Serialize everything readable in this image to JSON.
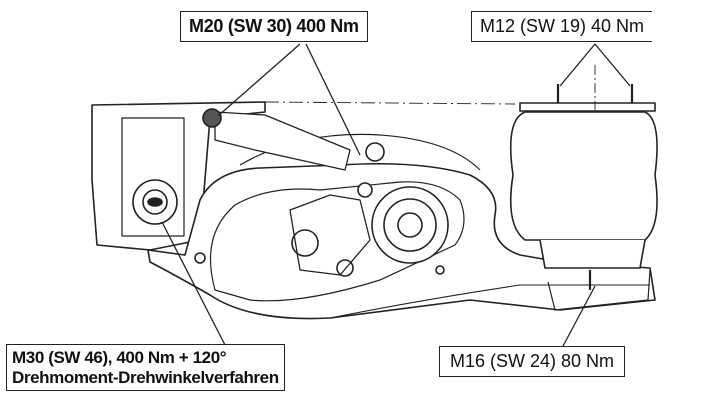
{
  "callouts": {
    "top_center": "M20 (SW 30) 400 Nm",
    "top_right": "M12 (SW 19) 40 Nm",
    "bottom_right": "M16 (SW 24) 80 Nm",
    "bottom_left_line1": "M30 (SW 46), 400 Nm + 120°",
    "bottom_left_line2": "Drehmoment-Drehwinkelverfahren"
  },
  "colors": {
    "line": "#222222",
    "fill": "#ffffff",
    "shade": "#cfcfcf"
  }
}
